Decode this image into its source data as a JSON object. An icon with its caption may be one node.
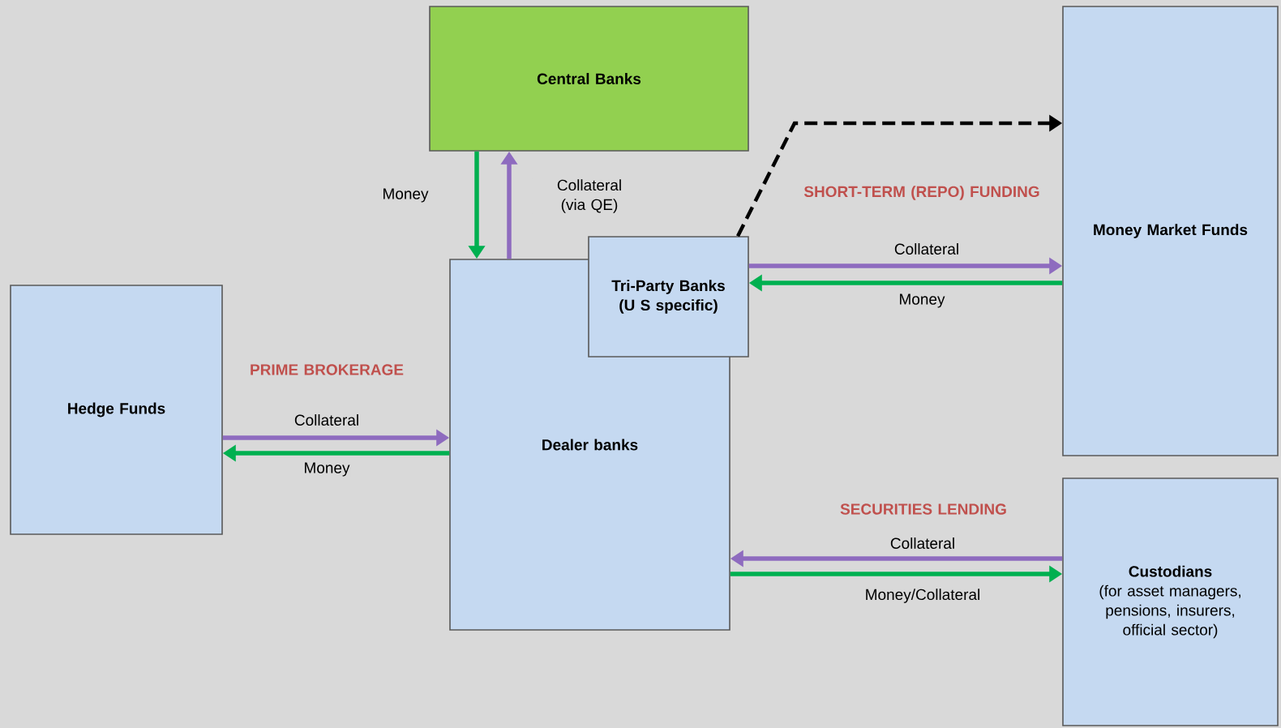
{
  "diagram": {
    "nodes": [
      {
        "text": [
          "Central Banks"
        ]
      },
      {
        "text": [
          "Dealer banks"
        ]
      },
      {
        "text": [
          "Tri-Party Banks (U S specific)"
        ]
      },
      {
        "text": [
          "Hedge Funds"
        ]
      },
      {
        "text": [
          "Money Market Funds"
        ]
      },
      {
        "text": [
          "Custodians",
          "(for asset managers, pensions, insurers, official sector)"
        ]
      }
    ],
    "edges": [
      {
        "from": 0,
        "to": 1,
        "arrow": "to",
        "label": "Money",
        "color": "#00b050"
      },
      {
        "from": 1,
        "to": 0,
        "arrow": "to",
        "label": "Collateral (via QE)",
        "color": "#8e6bbf"
      },
      {
        "from": 3,
        "to": 1,
        "arrow": "to",
        "label": "Collateral",
        "color": "#8e6bbf"
      },
      {
        "from": 1,
        "to": 3,
        "arrow": "to",
        "label": "Money",
        "color": "#00b050"
      },
      {
        "from": 2,
        "to": 4,
        "arrow": "to",
        "style": "dashed",
        "color": "#000000"
      },
      {
        "from": 2,
        "to": 4,
        "arrow": "to",
        "label": "Collateral",
        "color": "#8e6bbf"
      },
      {
        "from": 4,
        "to": 2,
        "arrow": "to",
        "label": "Money",
        "color": "#00b050"
      },
      {
        "from": 5,
        "to": 1,
        "arrow": "to",
        "label": "Collateral",
        "color": "#8e6bbf"
      },
      {
        "from": 1,
        "to": 5,
        "arrow": "to",
        "label": "Money/Collateral",
        "color": "#00b050"
      }
    ],
    "labels": [
      "SHORT-TERM (REPO) FUNDING",
      "PRIME BROKERAGE",
      "SECURITIES LENDING"
    ]
  }
}
